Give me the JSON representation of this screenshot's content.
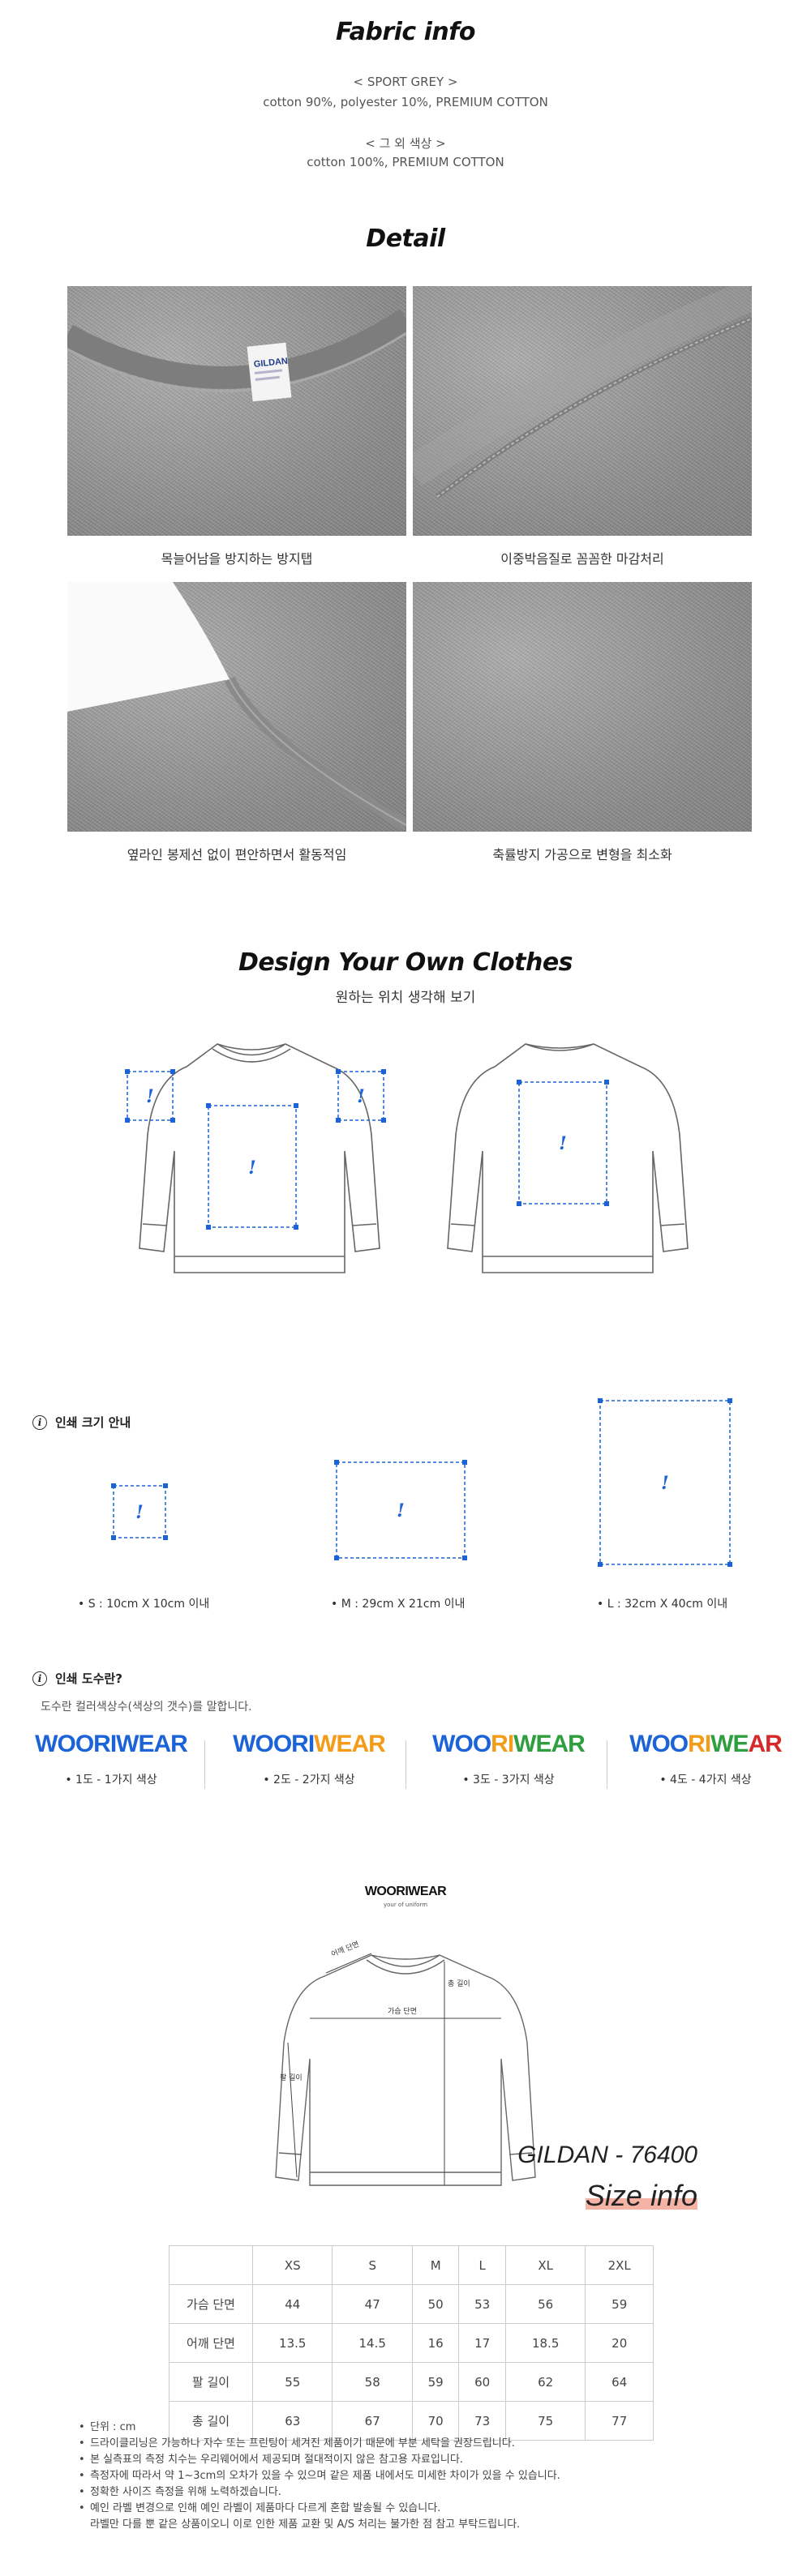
{
  "fabric": {
    "title": "Fabric info",
    "sport_grey_label": "< SPORT GREY >",
    "sport_grey_desc": "cotton 90%, polyester 10%, PREMIUM COTTON",
    "other_label": "< 그 외 색상 >",
    "other_desc": "cotton 100%, PREMIUM COTTON"
  },
  "detail": {
    "title": "Detail",
    "captions": [
      "목늘어남을 방지하는 방지탭",
      "이중박음질로 꼼꼼한 마감처리",
      "옆라인 봉제선 없이 편안하면서 활동적임",
      "축률방지 가공으로 변형을 최소화"
    ],
    "tag_text": "GILDAN"
  },
  "design": {
    "title": "Design Your Own Clothes",
    "subtitle": "원하는 위치 생각해 보기",
    "marker": "!"
  },
  "print_size": {
    "heading": "인쇄 크기 안내",
    "icon": "info-icon",
    "sizes": [
      "S : 10cm X 10cm 이내",
      "M : 29cm X 21cm 이내",
      "L : 32cm X 40cm 이내"
    ]
  },
  "colors_info": {
    "heading": "인쇄 도수란?",
    "desc": "도수란 컬러색상수(색상의 갯수)를 말합니다.",
    "brands": [
      {
        "label": "1도 - 1가지 색상"
      },
      {
        "label": "2도 - 2가지 색상"
      },
      {
        "label": "3도 - 3가지 색상"
      },
      {
        "label": "4도 - 4가지 색상"
      }
    ],
    "logo_woo": "WOO",
    "logo_ri": "RI",
    "logo_wear": "WEAR",
    "color_blue": "#1d63d8",
    "color_orange": "#f39c1a",
    "color_green": "#2e9e3f",
    "color_red": "#d62828"
  },
  "size_info": {
    "brand_logo": "WOORIWEAR",
    "brand_sub": "your of uniform",
    "model": "GILDAN - 76400",
    "title": "Size info",
    "diagram_labels": {
      "sleeve_top": "어깨 단면",
      "length": "총 길이",
      "chest": "가슴 단면",
      "arm": "팔 길이"
    },
    "headers": [
      "XS",
      "S",
      "M",
      "L",
      "XL",
      "2XL"
    ],
    "rows": [
      {
        "name": "가슴 단면",
        "values": [
          "44",
          "47",
          "50",
          "53",
          "56",
          "59"
        ]
      },
      {
        "name": "어깨 단면",
        "values": [
          "13.5",
          "14.5",
          "16",
          "17",
          "18.5",
          "20"
        ]
      },
      {
        "name": "팔 길이",
        "values": [
          "55",
          "58",
          "59",
          "60",
          "62",
          "64"
        ]
      },
      {
        "name": "총 길이",
        "values": [
          "63",
          "67",
          "70",
          "73",
          "75",
          "77"
        ]
      }
    ],
    "notes": [
      "단위 : cm",
      "드라이클리닝은 가능하나 자수 또는 프린팅이 세겨진 제품이기 때문에 부분 세탁을 권장드립니다.",
      "본 실측표의 측정 치수는 우리웨어에서 제공되며 절대적이지 않은 참고용 자료입니다.",
      "측정자에 따라서 약 1~3cm의 오차가 있을 수 있으며 같은 제품 내에서도 미세한 차이가 있을 수 있습니다.",
      "정확한 사이즈 측정을 위해 노력하겠습니다.",
      "예인 라벨 변경으로 인해 예인 라벨이 제품마다 다르게 혼합 발송될 수 있습니다.",
      "라벨만 다를 뿐 같은 상품이오니 이로 인한 제품 교환 및 A/S 처리는 불가한 점 참고 부탁드립니다."
    ]
  }
}
